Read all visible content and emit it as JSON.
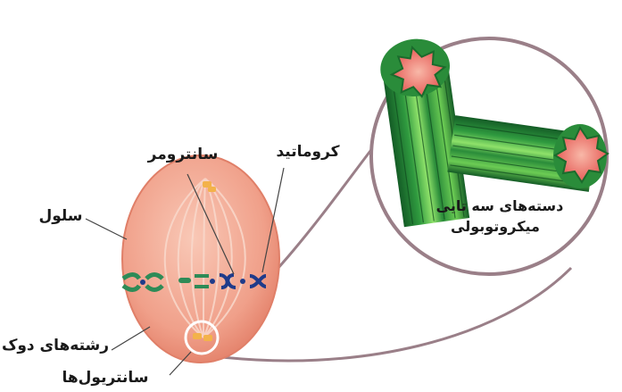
{
  "labels": {
    "cell": "سلول",
    "centromere": "سانترومر",
    "chromatid": "کروماتید",
    "spindle_fibers": "رشته‌های دوک",
    "centrioles": "سانتریول‌ها",
    "triplets_line1": "دسته‌های سه تایی",
    "triplets_line2": "میکروتوبولی"
  },
  "colors": {
    "cell_fill": "#f2a590",
    "cell_edge": "#e07f68",
    "spindle": "#f7cfbf",
    "chromosome": "#2e8b57",
    "centromere": "#1f3b8a",
    "zoom_outline": "#9a7f88",
    "tubule_dark": "#1f7a34",
    "tubule_light": "#7ed957",
    "hub_pink": "#ef6f6a"
  }
}
